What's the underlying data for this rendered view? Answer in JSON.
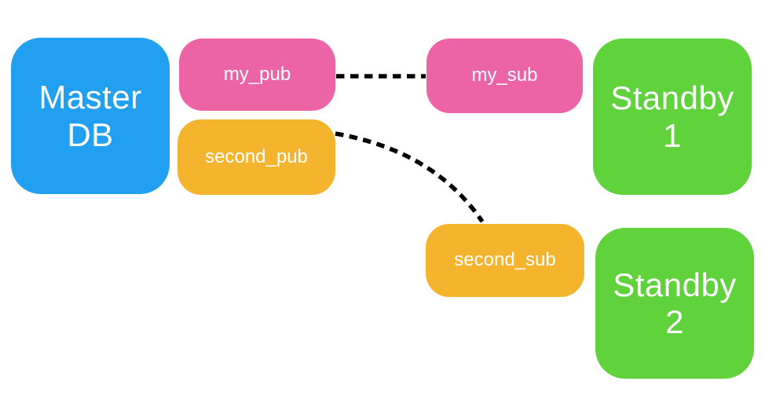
{
  "diagram": {
    "background_color": "#FFFFFF",
    "nodes": {
      "master_db": {
        "label": "Master\nDB",
        "fill": "#219FF1",
        "text_color": "#FFFFFF"
      },
      "my_pub": {
        "label": "my_pub",
        "fill": "#EC64A5",
        "text_color": "#FFFFFF"
      },
      "second_pub": {
        "label": "second_pub",
        "fill": "#F5B42E",
        "text_color": "#FFFFFF"
      },
      "my_sub": {
        "label": "my_sub",
        "fill": "#EC64A5",
        "text_color": "#FFFFFF"
      },
      "standby_1": {
        "label": "Standby\n1",
        "fill": "#5FD23C",
        "text_color": "#FFFFFF"
      },
      "second_sub": {
        "label": "second_sub",
        "fill": "#F5B42E",
        "text_color": "#FFFFFF"
      },
      "standby_2": {
        "label": "Standby\n2",
        "fill": "#5FD23C",
        "text_color": "#FFFFFF"
      }
    },
    "connections": [
      {
        "from": "my_pub",
        "to": "my_sub",
        "line_style": "dashed",
        "shape": "straight",
        "color": "#000000"
      },
      {
        "from": "second_pub",
        "to": "second_sub",
        "line_style": "dashed",
        "shape": "curved",
        "color": "#000000"
      }
    ]
  }
}
